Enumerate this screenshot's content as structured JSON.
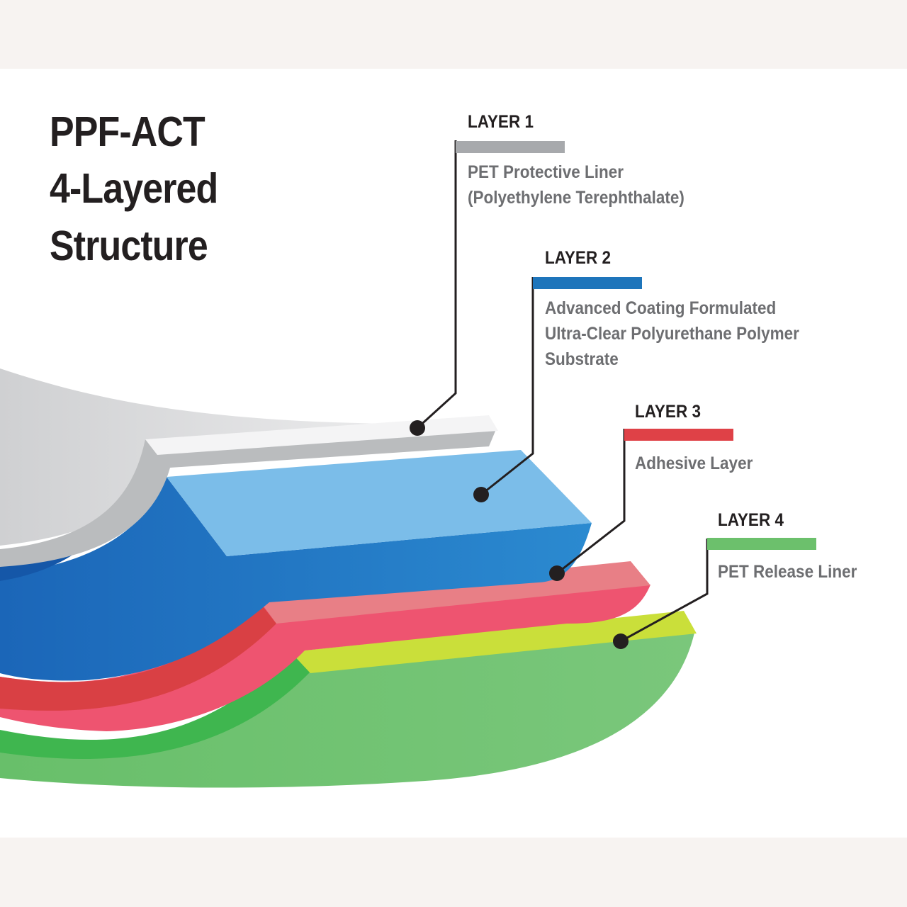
{
  "title": {
    "line1": "PPF-ACT",
    "line2": "4-Layered",
    "line3": "Structure"
  },
  "layers": [
    {
      "label": "LAYER 1",
      "description": [
        "PET Protective Liner",
        "(Polyethylene Terephthalate)"
      ],
      "color": "#a7a9ac"
    },
    {
      "label": "LAYER 2",
      "description": [
        "Advanced Coating Formulated",
        "Ultra-Clear Polyurethane Polymer",
        "Substrate"
      ],
      "color": "#1e75bb"
    },
    {
      "label": "LAYER 3",
      "description": [
        "Adhesive Layer"
      ],
      "color": "#df4147"
    },
    {
      "label": "LAYER 4",
      "description": [
        "PET Release Liner"
      ],
      "color": "#6cc06c"
    }
  ],
  "colors": {
    "title_text": "#231f20",
    "description_text": "#6d6e71",
    "leader_line": "#231f20",
    "page_background": "#f7f3f1",
    "panel_background": "#ffffff"
  }
}
